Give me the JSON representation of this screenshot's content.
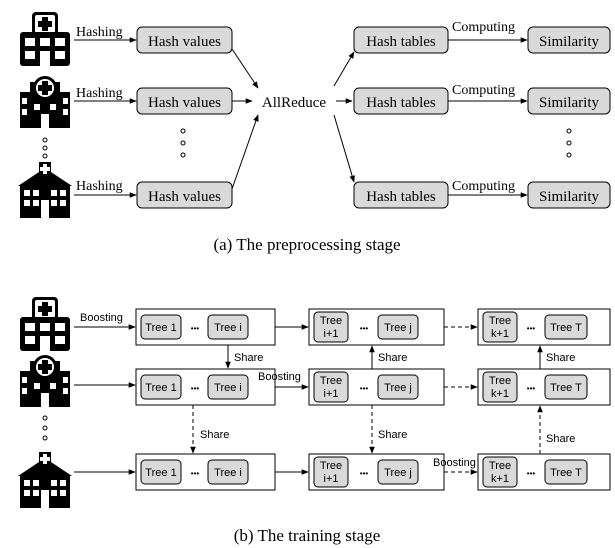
{
  "stage_a": {
    "hash_values_label": "Hash values",
    "allreduce_label": "AllReduce",
    "hash_tables_label": "Hash tables",
    "similarity_label": "Similarity",
    "hashing_label": "Hashing",
    "computing_label": "Computing",
    "caption": "(a) The preprocessing stage"
  },
  "stage_b": {
    "boosting_label": "Boosting",
    "share_label": "Share",
    "caption": "(b) The training stage",
    "row_top": [
      "Tree 1",
      "Tree i",
      "Tree",
      "i+1",
      "Tree j",
      "Tree",
      "k+1",
      "Tree T"
    ],
    "row_mid": [
      "Tree 1",
      "Tree i",
      "Tree",
      "i+1",
      "Tree j",
      "Tree",
      "k+1",
      "Tree T"
    ],
    "row_bot": [
      "Tree 1",
      "Tree i",
      "Tree",
      "i+1",
      "Tree j",
      "Tree",
      "k+1",
      "Tree T"
    ],
    "ellipsis": "•••"
  },
  "icons": [
    "hospital-icon-1",
    "hospital-icon-2",
    "hospital-icon-3"
  ]
}
